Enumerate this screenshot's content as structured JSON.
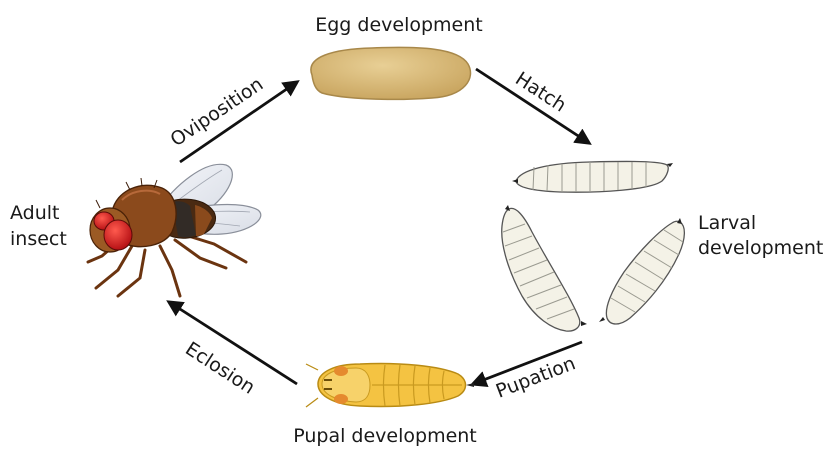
{
  "stages": {
    "egg": "Egg development",
    "larval_line1": "Larval",
    "larval_line2": "development",
    "pupal": "Pupal development",
    "adult_line1": "Adult",
    "adult_line2": "insect"
  },
  "transitions": {
    "hatch": "Hatch",
    "pupation": "Pupation",
    "eclosion": "Eclosion",
    "oviposition": "Oviposition"
  },
  "colors": {
    "egg": "#d4b36f",
    "larva": "#f3f1e6",
    "pupa": "#f4c342",
    "fly_body": "#8b4a1c",
    "fly_eye": "#e8161b",
    "arrow": "#111111"
  }
}
